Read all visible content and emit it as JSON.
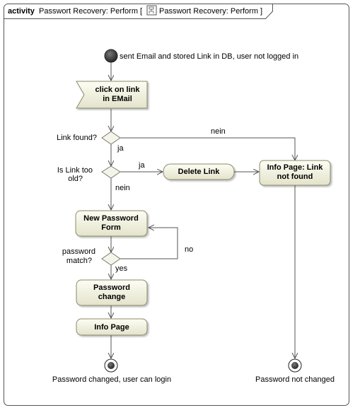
{
  "frame": {
    "keyword": "activity",
    "name": "Passwort Recovery: Perform [",
    "diagram_name": "Passwort Recovery: Perform ]"
  },
  "initial": {
    "label": "sent Email and stored Link in DB, user not logged in"
  },
  "nodes": {
    "click_link": [
      "click on link",
      "in EMail"
    ],
    "delete_link": [
      "Delete Link"
    ],
    "info_not_found": [
      "Info Page: Link",
      "not found"
    ],
    "new_password_form": [
      "New Password",
      "Form"
    ],
    "password_change": [
      "Password",
      "change"
    ],
    "info_page": [
      "Info Page"
    ]
  },
  "decisions": {
    "link_found": "Link found?",
    "link_too_old": [
      "Is Link too",
      "old?"
    ],
    "password_match": [
      "password",
      "match?"
    ]
  },
  "guards": {
    "nein_top": "nein",
    "ja_found": "ja",
    "ja_old": "ja",
    "nein_old": "nein",
    "no": "no",
    "yes": "yes"
  },
  "finals": {
    "left": "Password changed, user can login",
    "right": "Password not changed"
  },
  "colors": {
    "node_fill_top": "#fdfdf4",
    "node_fill_bottom": "#e6e6cf",
    "border": "#555555"
  }
}
